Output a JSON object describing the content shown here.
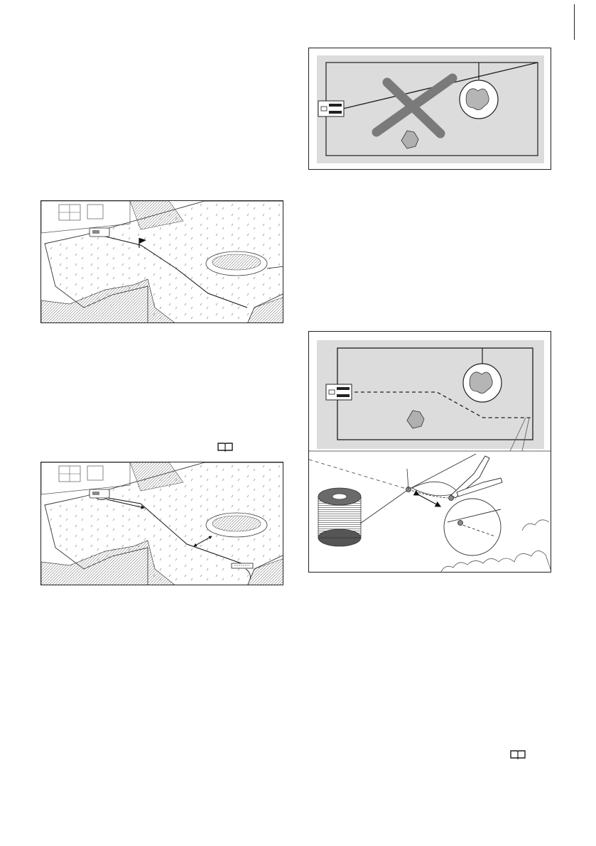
{
  "page": {
    "background": "#ffffff"
  },
  "figures": [
    {
      "id": "fig-1",
      "subject": "lawn-with-charging-station-and-flag"
    },
    {
      "id": "fig-2",
      "subject": "lawn-with-guide-wire-distances"
    },
    {
      "id": "fig-3",
      "subject": "incorrect-guide-wire-diagonal"
    },
    {
      "id": "fig-4",
      "subject": "correct-guide-wire-and-splicing"
    }
  ],
  "icons": [
    {
      "name": "manual-book-icon",
      "color": "#1f1f1f"
    },
    {
      "name": "flag-icon",
      "color": "#111111"
    },
    {
      "name": "cross-icon",
      "color": "#7a7a7a"
    }
  ],
  "colors": {
    "lawn": "#dcdcdc",
    "wire": "#1f1f1f",
    "cross": "#7a7a7a"
  }
}
